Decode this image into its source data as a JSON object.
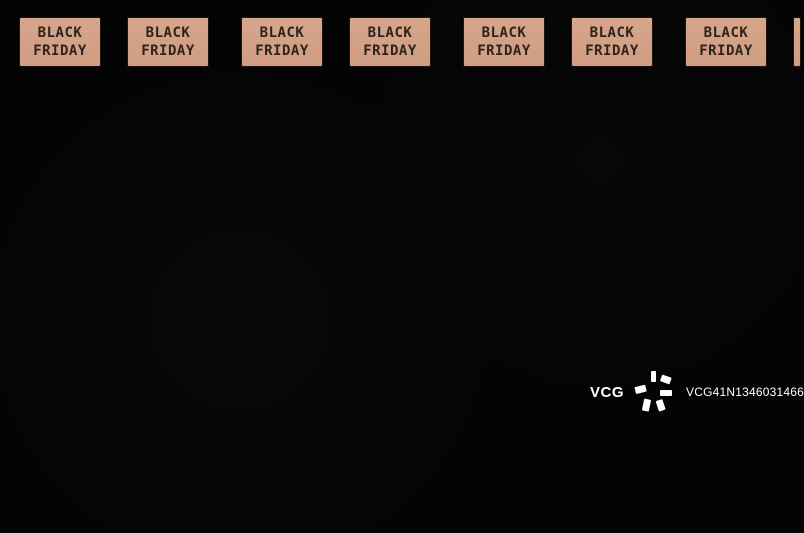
{
  "scene": {
    "background_color": "#030303",
    "tag_color": "#d7a58a",
    "tags": [
      {
        "line1": "BLACK",
        "line2": "FRIDAY"
      },
      {
        "line1": "BLACK",
        "line2": "FRIDAY"
      },
      {
        "line1": "BLACK",
        "line2": "FRIDAY"
      },
      {
        "line1": "BLACK",
        "line2": "FRIDAY"
      },
      {
        "line1": "BLACK",
        "line2": "FRIDAY"
      },
      {
        "line1": "BLACK",
        "line2": "FRIDAY"
      },
      {
        "line1": "BLACK",
        "line2": "FRIDAY"
      },
      {
        "line1": "",
        "line2": ""
      }
    ]
  },
  "watermark": {
    "brand": "VCG",
    "image_id": "VCG41N1346031466",
    "icon": "vcg-logo-icon"
  }
}
